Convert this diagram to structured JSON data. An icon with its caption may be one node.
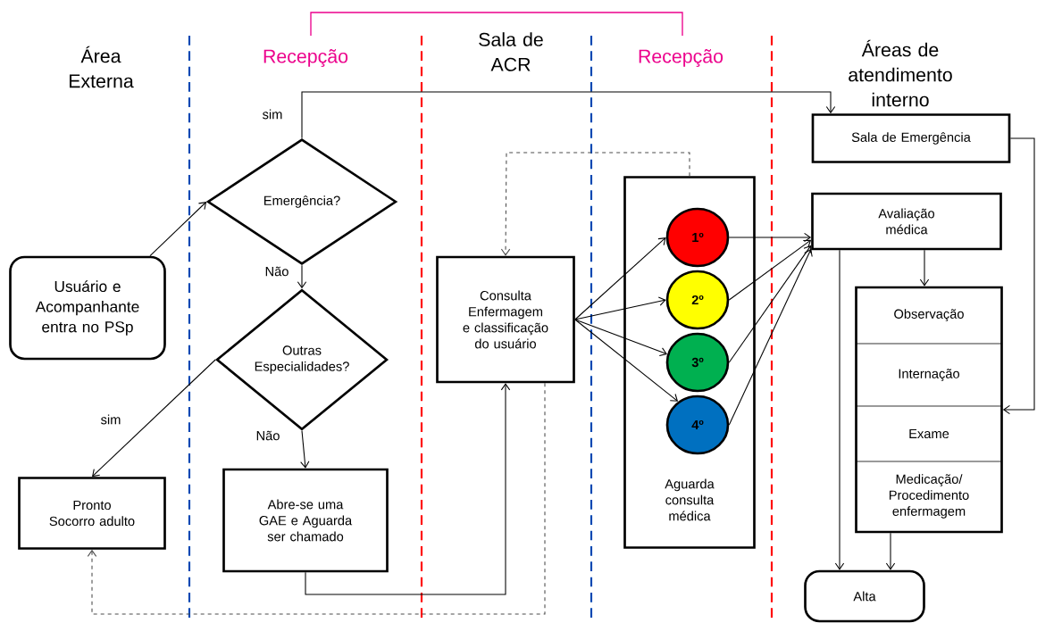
{
  "diagram": {
    "nodes": [
      {
        "text": [
          "Usuário e Acompanhante entra no PSp"
        ]
      },
      {
        "text": [
          "Emergência?"
        ]
      },
      {
        "text": [
          "Outras Especialidades?"
        ]
      },
      {
        "text": [
          "Pronto Socorro adulto"
        ]
      },
      {
        "text": [
          "Abre-se uma GAE e Aguarda ser chamado"
        ]
      },
      {
        "text": [
          "Consulta Enfermagem e classificação do usuário"
        ]
      },
      {
        "text": [
          "Aguarda consulta médica"
        ]
      },
      {
        "text": [
          "1º"
        ],
        "in": 6
      },
      {
        "text": [
          "2º"
        ],
        "in": 6
      },
      {
        "text": [
          "3º"
        ],
        "in": 6
      },
      {
        "text": [
          "4º"
        ],
        "in": 6
      },
      {
        "text": [
          "Sala de Emergência"
        ]
      },
      {
        "text": [
          "Avaliação médica"
        ]
      },
      {
        "text": [],
        "shape": "box"
      },
      {
        "text": [
          "Observação"
        ],
        "in": 13
      },
      {
        "text": [
          "Internação"
        ],
        "in": 13
      },
      {
        "text": [
          "Exame"
        ],
        "in": 13
      },
      {
        "text": [
          "Medicação/ Procedimento enfermagem"
        ],
        "in": 13
      },
      {
        "text": [
          "Alta"
        ]
      }
    ],
    "edges": [
      {
        "from": 0,
        "to": 1,
        "arrow": "to"
      },
      {
        "from": 1,
        "to": 11,
        "arrow": "to",
        "label": "sim"
      },
      {
        "from": 1,
        "to": 2,
        "arrow": "to",
        "label": "Não"
      },
      {
        "from": 2,
        "to": 3,
        "arrow": "to",
        "label": "sim"
      },
      {
        "from": 2,
        "to": 4,
        "arrow": "to",
        "label": "Não"
      },
      {
        "from": 4,
        "to": 5,
        "arrow": "to"
      },
      {
        "from": 5,
        "to": 3,
        "arrow": "to",
        "style": "dashed"
      },
      {
        "from": 6,
        "to": 5,
        "arrow": "to",
        "style": "dashed"
      },
      {
        "from": 5,
        "to": 7,
        "arrow": "to"
      },
      {
        "from": 5,
        "to": 8,
        "arrow": "to"
      },
      {
        "from": 5,
        "to": 9,
        "arrow": "to"
      },
      {
        "from": 5,
        "to": 10,
        "arrow": "to"
      },
      {
        "from": 7,
        "to": 12,
        "arrow": "to"
      },
      {
        "from": 8,
        "to": 12,
        "arrow": "to"
      },
      {
        "from": 9,
        "to": 12,
        "arrow": "to"
      },
      {
        "from": 10,
        "to": 12,
        "arrow": "to"
      },
      {
        "from": 11,
        "to": 13,
        "arrow": "to"
      },
      {
        "from": 12,
        "to": 13,
        "arrow": "to"
      },
      {
        "from": 12,
        "to": 18,
        "arrow": "to"
      },
      {
        "from": 13,
        "to": 18,
        "arrow": "to"
      }
    ],
    "labels": [
      "Área Externa",
      "Recepção",
      "Sala de ACR",
      "Recepção",
      "Áreas de atendimento interno"
    ]
  }
}
